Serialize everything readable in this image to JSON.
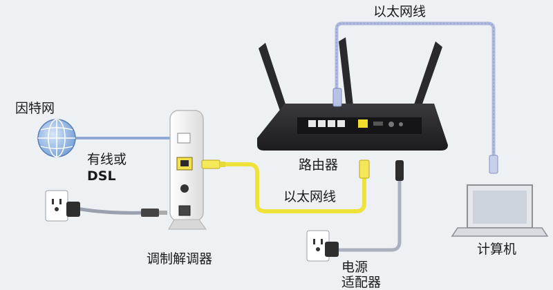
{
  "labels": {
    "internet": "因特网",
    "wired_or": "有线或",
    "dsl": "DSL",
    "modem": "调制解调器",
    "router": "路由器",
    "ethernet_top": "以太网线",
    "ethernet_bottom": "以太网线",
    "computer": "计算机",
    "power_line1": "电源",
    "power_line2": "适配器"
  },
  "colors": {
    "background": "#eef1f4",
    "ethernet_yellow": "#efe23a",
    "ethernet_blue": "#9fb0dc",
    "router_body": "#2b2b2e",
    "device_white": "#f4f4f4",
    "globe": "#7ea8dc"
  },
  "icons": [
    "globe-icon",
    "modem-device",
    "router-device",
    "laptop-icon",
    "wall-outlet-icon",
    "power-adapter-icon",
    "ethernet-plug-icon"
  ]
}
